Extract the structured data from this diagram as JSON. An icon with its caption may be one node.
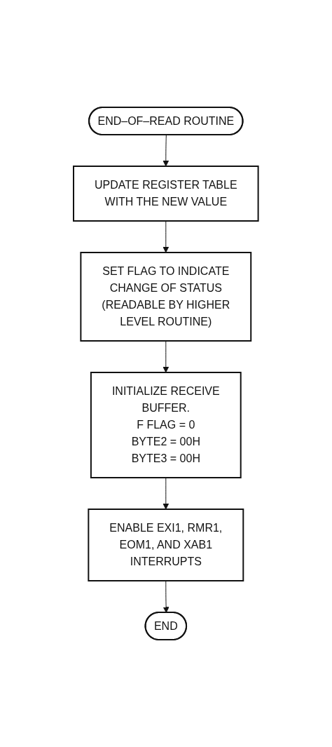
{
  "diagram": {
    "nodes": [
      {
        "text": [
          "END–OF–READ ROUTINE"
        ]
      },
      {
        "text": [
          "UPDATE REGISTER TABLE WITH THE NEW VALUE"
        ]
      },
      {
        "text": [
          "SET FLAG TO INDICATE CHANGE OF STATUS (READABLE BY HIGHER LEVEL ROUTINE)"
        ]
      },
      {
        "text": [
          "INITIALIZE RECEIVE BUFFER.",
          "F FLAG = 0",
          "BYTE2 = 00H",
          "BYTE3 = 00H"
        ]
      },
      {
        "text": [
          "ENABLE EXI1, RMR1, EOM1, AND XAB1 INTERRUPTS"
        ]
      },
      {
        "text": [
          "END"
        ]
      }
    ],
    "edges": [
      {
        "from": 0,
        "to": 1,
        "arrow": "to"
      },
      {
        "from": 1,
        "to": 2,
        "arrow": "to"
      },
      {
        "from": 2,
        "to": 3,
        "arrow": "to"
      },
      {
        "from": 3,
        "to": 4,
        "arrow": "to"
      },
      {
        "from": 4,
        "to": 5,
        "arrow": "to"
      }
    ]
  }
}
